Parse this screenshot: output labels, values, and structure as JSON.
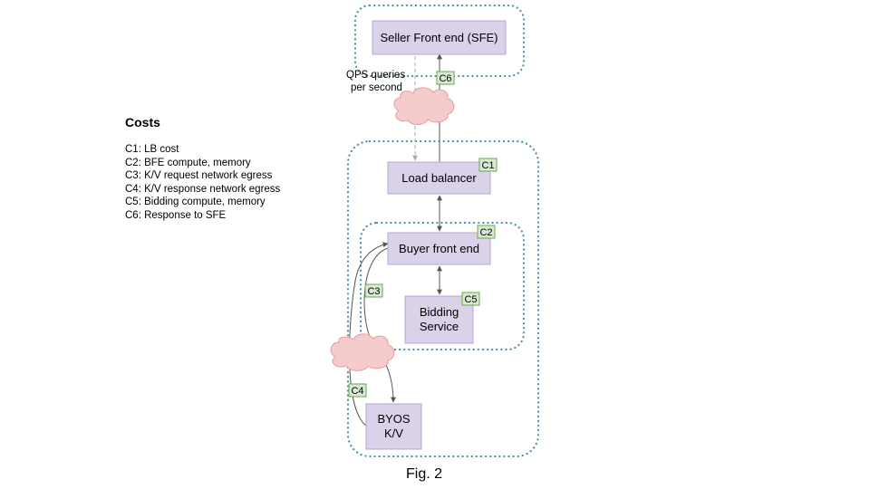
{
  "costs": {
    "title": "Costs",
    "items": [
      "C1: LB cost",
      "C2: BFE compute, memory",
      "C3: K/V request network egress",
      "C4: K/V response network egress",
      "C5: Bidding compute, memory",
      "C6: Response to SFE"
    ]
  },
  "nodes": {
    "sfe": "Seller Front end (SFE)",
    "lb": "Load balancer",
    "bfe": "Buyer front end",
    "bidding_line1": "Bidding",
    "bidding_line2": "Service",
    "byos_line1": "BYOS",
    "byos_line2": "K/V"
  },
  "tags": {
    "c1": "C1",
    "c2": "C2",
    "c3": "C3",
    "c4": "C4",
    "c5": "C5",
    "c6": "C6"
  },
  "qps_note": {
    "line1": "QPS queries",
    "line2": "per second"
  },
  "caption": "Fig. 2",
  "colors": {
    "box_fill": "#d9d2e9",
    "box_stroke": "#b4a7d6",
    "tag_fill": "#d9ead3",
    "tag_stroke": "#6aa84f",
    "cloud_fill": "#f4cccc",
    "cloud_stroke": "#ea9999",
    "dotted_border": "#4a8fa8",
    "arrow": "#555555",
    "dashed_arrow": "#aaaaaa"
  }
}
